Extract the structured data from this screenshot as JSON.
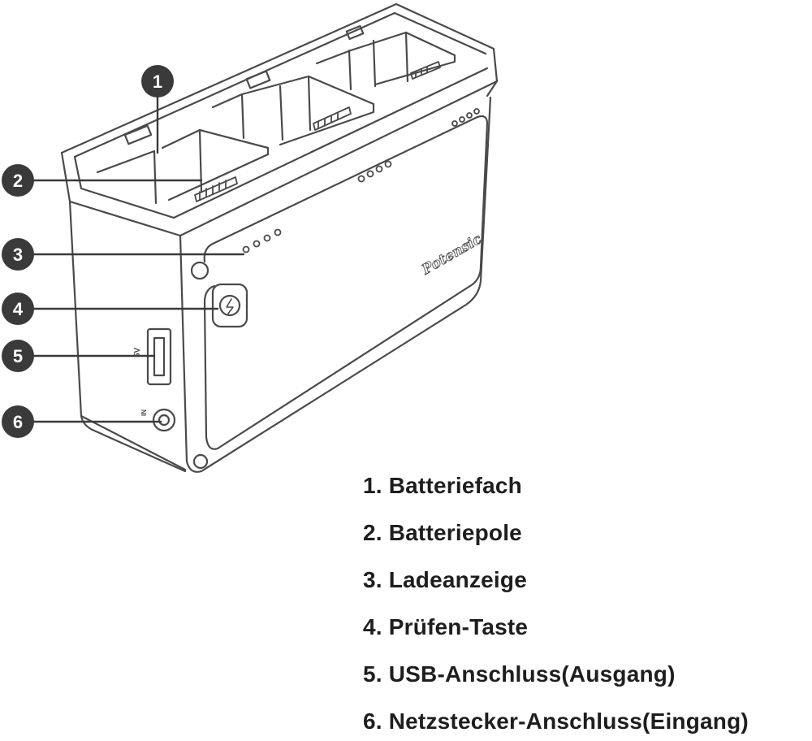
{
  "diagram": {
    "callouts": [
      {
        "number": "1"
      },
      {
        "number": "2"
      },
      {
        "number": "3"
      },
      {
        "number": "4"
      },
      {
        "number": "5"
      },
      {
        "number": "6"
      }
    ],
    "brand_logo": "Potensic",
    "port_labels": {
      "usb": "5V",
      "dc_in": "IN"
    },
    "legend": [
      {
        "text": "1. Batteriefach"
      },
      {
        "text": "2. Batteriepole"
      },
      {
        "text": "3. Ladeanzeige"
      },
      {
        "text": "4. Prüfen-Taste"
      },
      {
        "text": "5. USB-Anschluss(Ausgang)"
      },
      {
        "text": "6. Netzstecker-Anschluss(Eingang)"
      }
    ],
    "colors": {
      "line": "#4a4a4a",
      "callout_fill": "#3a3a3a",
      "text": "#1e1e1e"
    }
  }
}
